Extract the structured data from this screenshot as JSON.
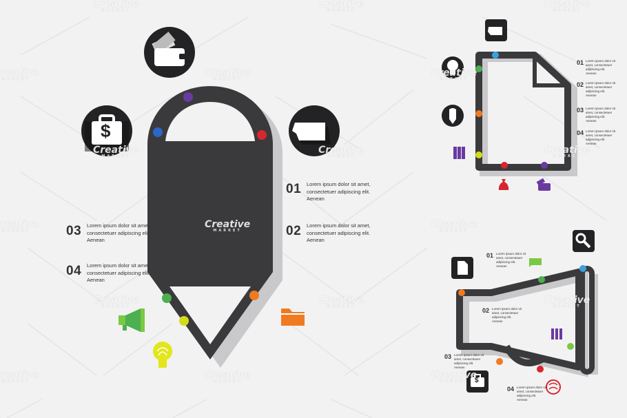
{
  "infographic_large": {
    "steps": [
      {
        "number": "01",
        "text": "Lorem ipsum dolor sit amet, consectetuer adipiscing elit. Aenean"
      },
      {
        "number": "02",
        "text": "Lorem ipsum dolor sit amet, consectetuer adipiscing elit. Aenean"
      },
      {
        "number": "03",
        "text": "Lorem ipsum dolor sit amet, consectetuer adipiscing elit. Aenean"
      },
      {
        "number": "04",
        "text": "Lorem ipsum dolor sit amet, consectetuer adipiscing elit. Aenean"
      }
    ],
    "icons": [
      "wallet-money-icon",
      "briefcase-dollar-icon",
      "speech-bubble-icon",
      "megaphone-icon",
      "lightbulb-brain-icon",
      "folder-icon"
    ],
    "currency_symbol": "$"
  },
  "infographic_document": {
    "steps": [
      {
        "number": "01",
        "text": "Lorem ipsum dolor sit amet, consectetuer adipiscing elit. Aenean"
      },
      {
        "number": "02",
        "text": "Lorem ipsum dolor sit amet, consectetuer adipiscing elit. Aenean"
      },
      {
        "number": "03",
        "text": "Lorem ipsum dolor sit amet, consectetuer adipiscing elit. Aenean"
      },
      {
        "number": "04",
        "text": "Lorem ipsum dolor sit amet, consectetuer adipiscing elit. Aenean"
      }
    ],
    "icons": [
      "speech-bubble-icon",
      "lightbulb-brain-icon",
      "pencil-icon",
      "binders-icon",
      "money-bag-icon",
      "wallet-money-icon"
    ]
  },
  "infographic_megaphone": {
    "steps": [
      {
        "number": "01",
        "text": "Lorem ipsum dolor sit amet, consectetuer adipiscing elit. Aenean"
      },
      {
        "number": "02",
        "text": "Lorem ipsum dolor sit amet, consectetuer adipiscing elit. Aenean"
      },
      {
        "number": "03",
        "text": "Lorem ipsum dolor sit amet, consectetuer adipiscing elit. Aenean"
      },
      {
        "number": "04",
        "text": "Lorem ipsum dolor sit amet, consectetuer adipiscing elit. Aenean"
      }
    ],
    "icons": [
      "magnifier-icon",
      "document-icon",
      "speech-bubble-icon",
      "binders-icon",
      "briefcase-dollar-icon",
      "brain-icon"
    ],
    "currency_symbol": "$"
  },
  "watermark": {
    "brand": "Creative",
    "sub": "MARKET"
  },
  "colors": {
    "background": "#f2f2f3",
    "shape": "#3a3a3c",
    "shadow": "#c9c9cc",
    "purple": "#6a3aa0",
    "blue": "#2b66c9",
    "red": "#d8262e",
    "green": "#4caf50",
    "yellow": "#d4dc1a",
    "orange": "#f07a22",
    "lime": "#7ac943",
    "light-blue": "#3aa0e0"
  }
}
